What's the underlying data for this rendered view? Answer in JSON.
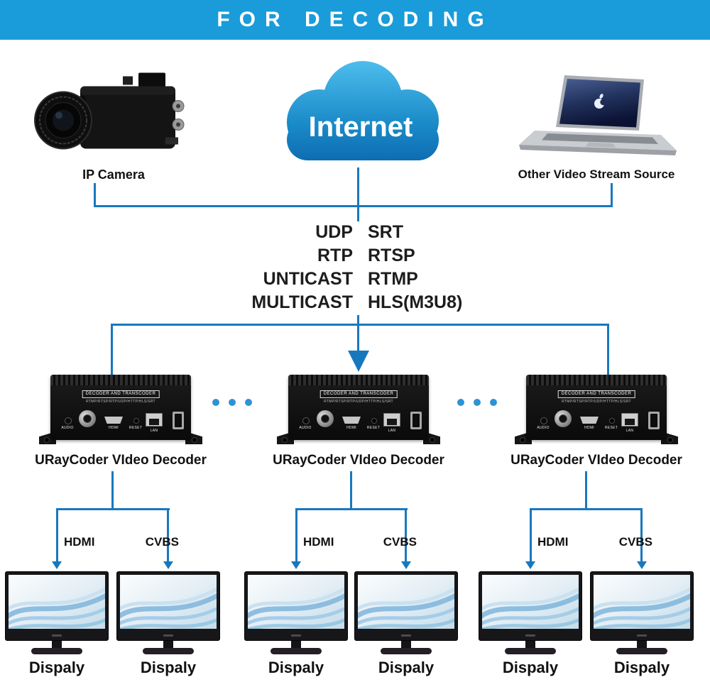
{
  "header": {
    "title": "FOR DECODING"
  },
  "colors": {
    "accent": "#199cd9",
    "line": "#1878be",
    "cloud_top": "#4cbcec",
    "cloud_bottom": "#0d6cb2",
    "text": "#111111"
  },
  "sources": {
    "camera": {
      "label": "IP Camera"
    },
    "internet": {
      "label": "Internet"
    },
    "laptop": {
      "label": "Other Video Stream Source"
    }
  },
  "protocols": {
    "left": [
      "UDP",
      "RTP",
      "UNTICAST",
      "MULTICAST"
    ],
    "right": [
      "SRT",
      "RTSP",
      "RTMP",
      "HLS(M3U8)"
    ]
  },
  "device": {
    "panel_title": "DECODER AND TRANSCODER",
    "panel_subtitle": "RTMP/RTSP/RTP/UDP/HTTP/HLS/SRT",
    "ports": {
      "audio": "AUDIO",
      "hdmi": "HDMI",
      "reset": "RESET",
      "lan": "LAN"
    }
  },
  "decoders": [
    {
      "label": "URayCoder VIdeo Decoder"
    },
    {
      "label": "URayCoder VIdeo Decoder"
    },
    {
      "label": "URayCoder VIdeo Decoder"
    }
  ],
  "outputs": {
    "hdmi": "HDMI",
    "cvbs": "CVBS"
  },
  "displays": [
    {
      "label": "Dispaly"
    },
    {
      "label": "Dispaly"
    },
    {
      "label": "Dispaly"
    },
    {
      "label": "Dispaly"
    },
    {
      "label": "Dispaly"
    },
    {
      "label": "Dispaly"
    }
  ]
}
